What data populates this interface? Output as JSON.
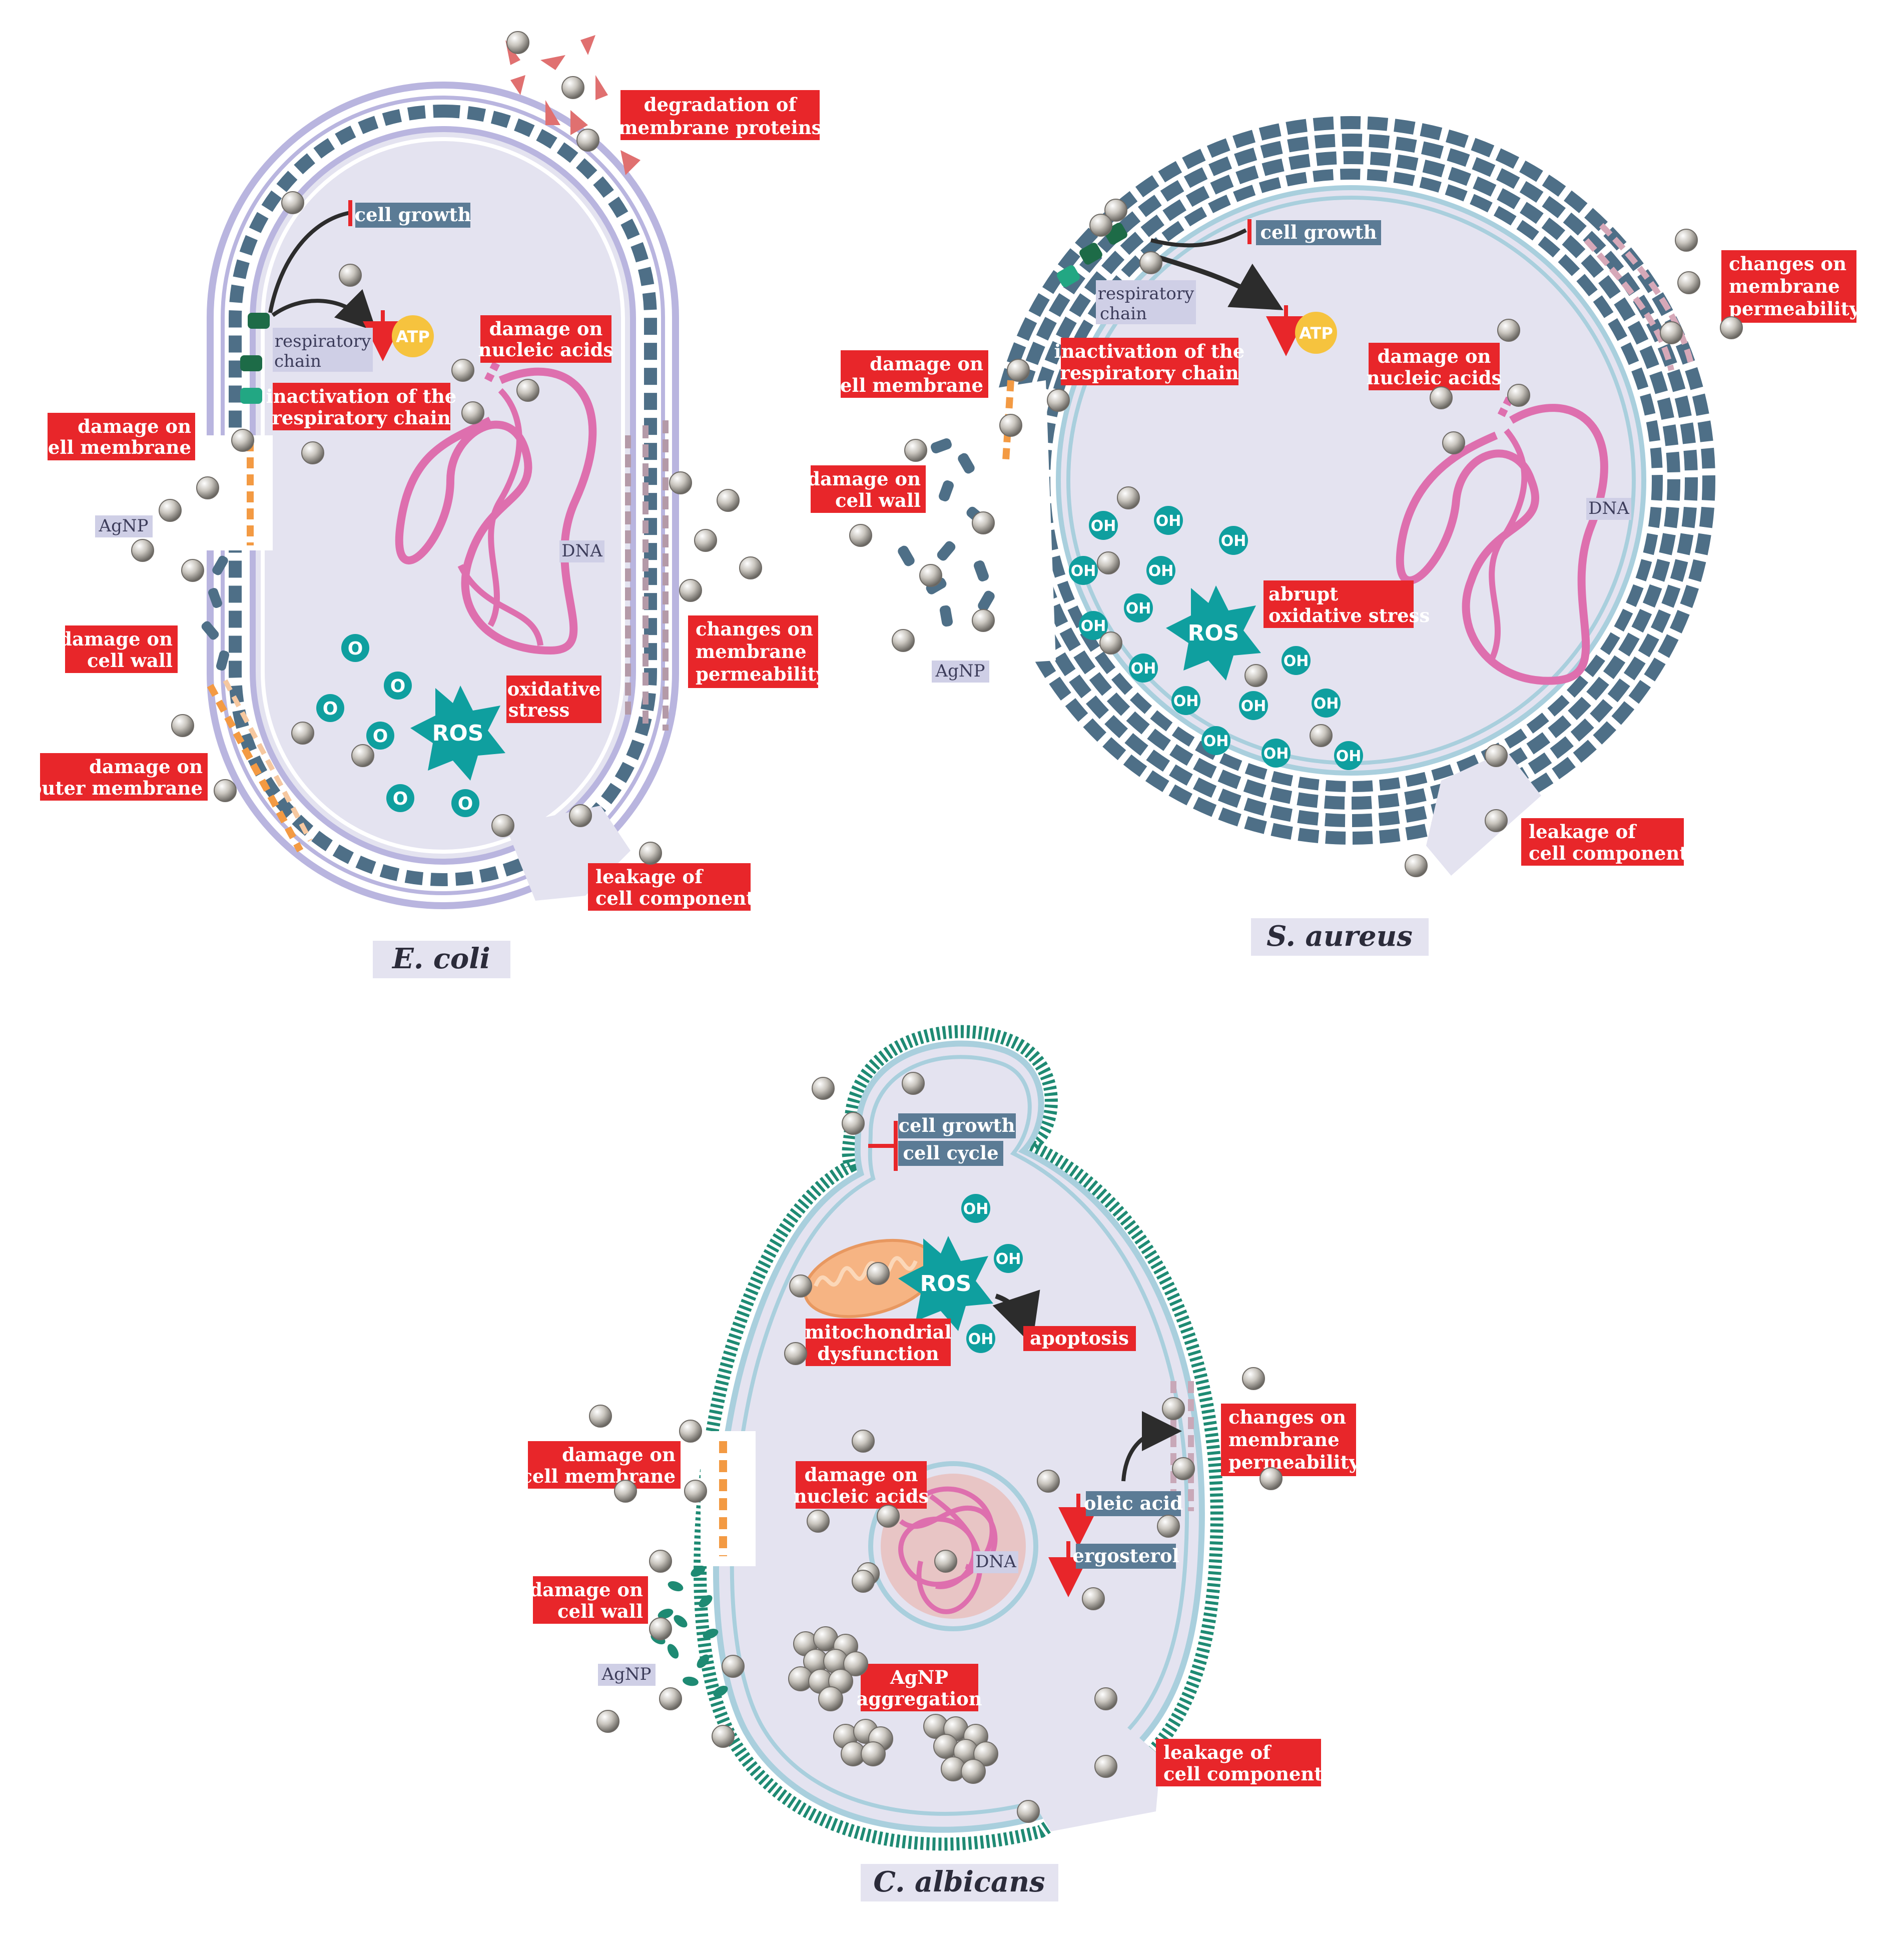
{
  "colors": {
    "label_red": "#e8262a",
    "label_blue": "#5b7b95",
    "label_gray": "#cfcfe6",
    "cytoplasm": "#e4e3f0",
    "ecoli_membrane": "#b9b5df",
    "wall_blue": "#4e6f87",
    "membrane_light": "#a9cfdd",
    "candida_wall": "#1e8a73",
    "dna_pink": "#de6fae",
    "ros_teal": "#0f9f9f",
    "agnp_gray": "#bdb8b0",
    "atp_yellow": "#f6c33e",
    "mito_orange": "#f6b483",
    "orange_pore": "#f39a43"
  },
  "ecoli": {
    "title": "E. coli",
    "degradation": [
      "degradation of",
      "membrane proteins"
    ],
    "cell_growth": "cell growth",
    "respiratory_chain": [
      "respiratory",
      "chain"
    ],
    "atp": "ATP",
    "inactivation": [
      "inactivation of the",
      "respiratory chain"
    ],
    "nucleic_acids": [
      "damage on",
      "nucleic acids"
    ],
    "cell_membrane": [
      "damage on",
      "cell membrane"
    ],
    "agnp": "AgNP",
    "dna": "DNA",
    "cell_wall": [
      "damage on",
      "cell wall"
    ],
    "permeability": [
      "changes on",
      "membrane",
      "permeability"
    ],
    "oxidative": [
      "oxidative",
      "stress"
    ],
    "outer_membrane": [
      "damage on",
      "outer membrane"
    ],
    "leakage": [
      "leakage of",
      "cell components"
    ],
    "ros": "ROS",
    "o_radical": "O"
  },
  "saureus": {
    "title": "S. aureus",
    "cell_growth": "cell growth",
    "respiratory_chain": [
      "respiratory",
      "chain"
    ],
    "atp": "ATP",
    "permeability": [
      "changes on",
      "membrane",
      "permeability"
    ],
    "cell_membrane": [
      "damage on",
      "cell membrane"
    ],
    "inactivation": [
      "inactivation of the",
      "respiratory chain"
    ],
    "nucleic_acids": [
      "damage on",
      "nucleic acids"
    ],
    "cell_wall": [
      "damage on",
      "cell wall"
    ],
    "dna": "DNA",
    "oxidative": [
      "abrupt",
      "oxidative stress"
    ],
    "agnp": "AgNP",
    "leakage": [
      "leakage of",
      "cell components"
    ],
    "ros": "ROS",
    "oh": "OH"
  },
  "calbicans": {
    "title": "C. albicans",
    "cell_growth": "cell growth",
    "cell_cycle": "cell cycle",
    "mito": [
      "mitochondrial",
      "dysfunction"
    ],
    "apoptosis": "apoptosis",
    "cell_membrane": [
      "damage on",
      "cell membrane"
    ],
    "permeability": [
      "changes on",
      "membrane",
      "permeability"
    ],
    "nucleic_acids": [
      "damage on",
      "nucleic acids"
    ],
    "oleic": "oleic acid",
    "ergosterol": "ergosterol",
    "dna": "DNA",
    "cell_wall": [
      "damage on",
      "cell wall"
    ],
    "agnp": "AgNP",
    "aggregation": [
      "AgNP",
      "aggregation"
    ],
    "leakage": [
      "leakage of",
      "cell components"
    ],
    "ros": "ROS",
    "oh": "OH"
  }
}
